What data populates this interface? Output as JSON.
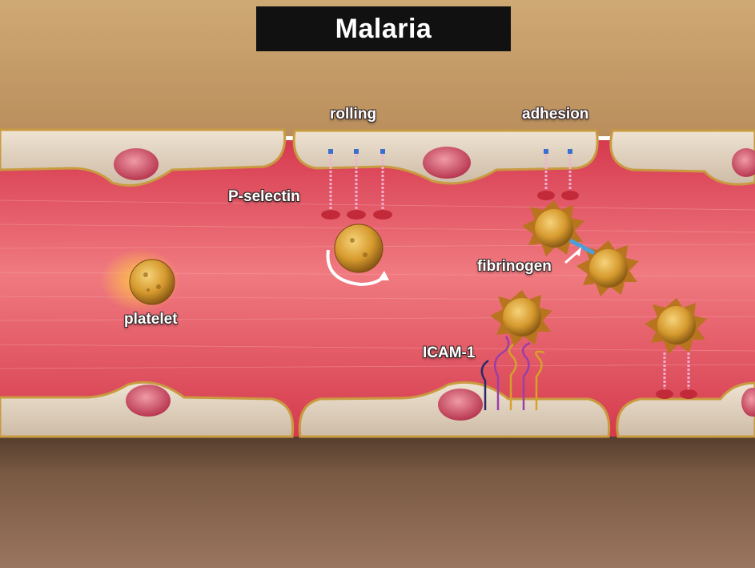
{
  "title": "Malaria",
  "labels": {
    "rolling": "rolling",
    "adhesion": "adhesion",
    "p_selectin": "P-selectin",
    "fibrinogen": "fibrinogen",
    "platelet": "platelet",
    "icam": "ICAM-1"
  },
  "colors": {
    "lumen": "#e0485a",
    "wall": "#e3d5c2",
    "outer_tissue": "#c9a57a",
    "cell_nucleus": "#c7495f",
    "cell_yellow": "#d9a43a",
    "title_bg": "#111111"
  }
}
